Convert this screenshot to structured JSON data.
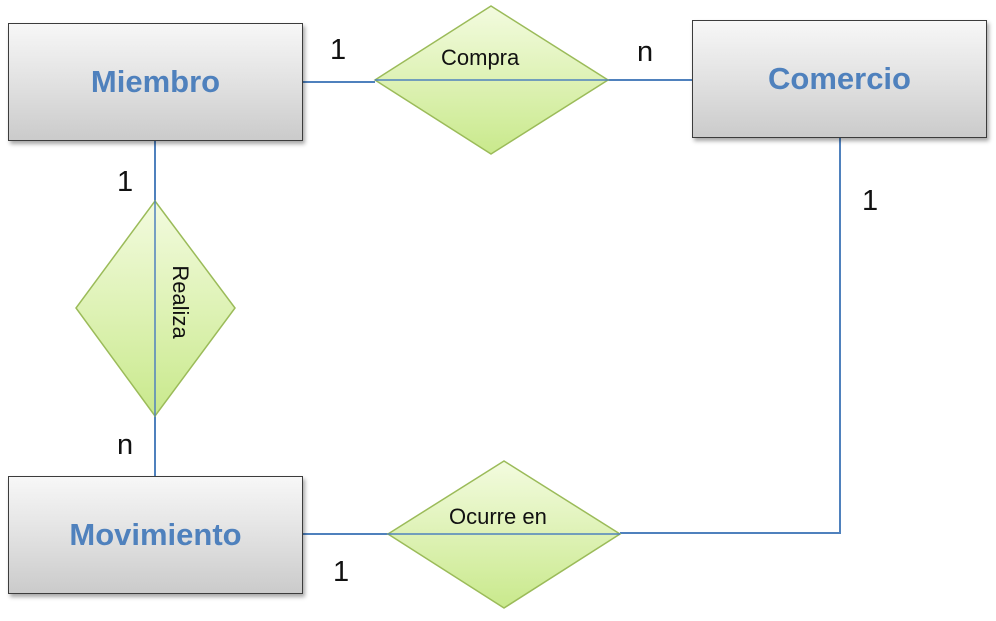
{
  "entities": {
    "miembro": "Miembro",
    "comercio": "Comercio",
    "movimiento": "Movimiento"
  },
  "relationships": {
    "compra": "Compra",
    "realiza": "Realiza",
    "ocurre_en": "Ocurre en"
  },
  "cardinalities": {
    "compra_miembro": "1",
    "compra_comercio": "n",
    "realiza_miembro": "1",
    "realiza_movimiento": "n",
    "ocurre_comercio": "1",
    "ocurre_movimiento": "1"
  },
  "colors": {
    "entity_text": "#4f81bd",
    "line": "#4f81bd",
    "diamond_fill": "#d7f0a8",
    "diamond_stroke": "#9bbb59"
  }
}
